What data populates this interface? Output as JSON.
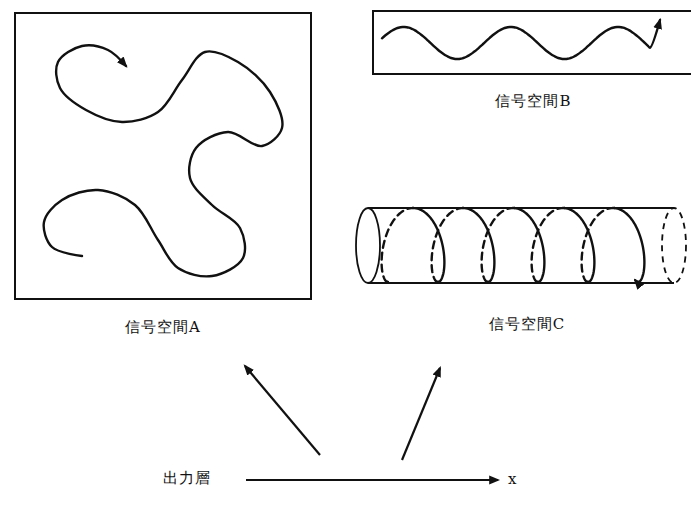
{
  "diagram": {
    "nodes": [
      {
        "text": [
          "信号空間A"
        ]
      },
      {
        "text": [
          "信号空間B"
        ]
      },
      {
        "text": [
          "信号空間C"
        ]
      }
    ],
    "labels": [
      "出力層",
      "x"
    ]
  }
}
